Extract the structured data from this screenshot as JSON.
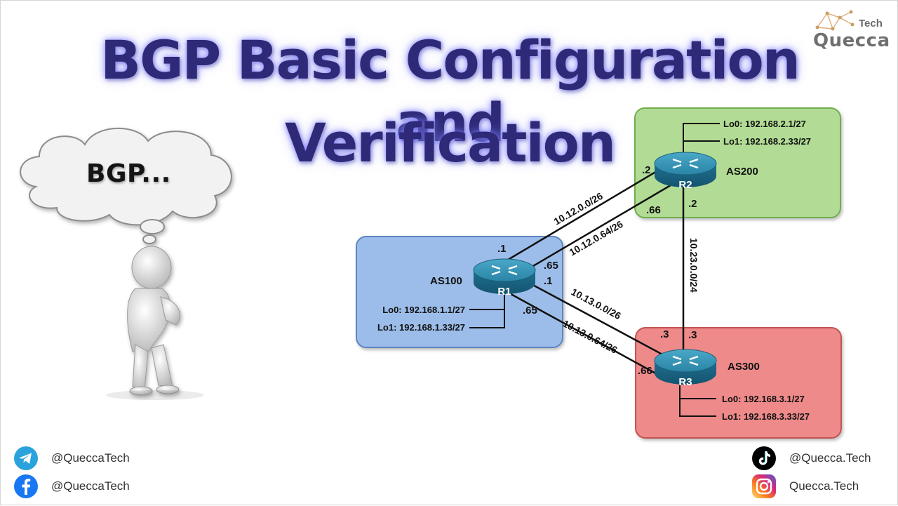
{
  "title": {
    "line1": "BGP Basic Configuration and",
    "line2": "Verification"
  },
  "logo": {
    "small": "Tech",
    "name": "Quecca"
  },
  "thought_bubble": {
    "text": "BGP..."
  },
  "diagram": {
    "zones": [
      {
        "id": "as100",
        "label": "AS100",
        "fill": "#8fb4e6",
        "stroke": "#5b85c0"
      },
      {
        "id": "as200",
        "label": "AS200",
        "fill": "#a8d88a",
        "stroke": "#6fae4e"
      },
      {
        "id": "as300",
        "label": "AS300",
        "fill": "#ec8080",
        "stroke": "#c25252"
      }
    ],
    "routers": [
      {
        "id": "r1",
        "label": "R1"
      },
      {
        "id": "r2",
        "label": "R2"
      },
      {
        "id": "r3",
        "label": "R3"
      }
    ],
    "links": [
      {
        "id": "r1-r2-a",
        "subnet": "10.12.0.0/26",
        "end_a": ".1",
        "end_b": ".2"
      },
      {
        "id": "r1-r2-b",
        "subnet": "10.12.0.64/26",
        "end_a": ".65",
        "end_b": ".66"
      },
      {
        "id": "r1-r3-a",
        "subnet": "10.13.0.0/26",
        "end_a": ".1",
        "end_b": ".3"
      },
      {
        "id": "r1-r3-b",
        "subnet": "10.13.0.64/26",
        "end_a": ".65",
        "end_b": ".66"
      },
      {
        "id": "r2-r3",
        "subnet": "10.23.0.0/24",
        "end_a": ".2",
        "end_b": ".3"
      }
    ],
    "loopbacks": {
      "r1": [
        "Lo0: 192.168.1.1/27",
        "Lo1: 192.168.1.33/27"
      ],
      "r2": [
        "Lo0: 192.168.2.1/27",
        "Lo1: 192.168.2.33/27"
      ],
      "r3": [
        "Lo0: 192.168.3.1/27",
        "Lo1: 192.168.3.33/27"
      ]
    },
    "router_color": "#2f8fb0"
  },
  "socials": [
    {
      "id": "telegram",
      "icon": "telegram-icon",
      "handle": "@QueccaTech",
      "color": "#2aa3dc"
    },
    {
      "id": "facebook",
      "icon": "facebook-icon",
      "handle": "@QueccaTech",
      "color": "#1877f2"
    },
    {
      "id": "tiktok",
      "icon": "tiktok-icon",
      "handle": "@Quecca.Tech",
      "color": "#000000"
    },
    {
      "id": "instagram",
      "icon": "instagram-icon",
      "handle": "Quecca.Tech",
      "color": "#d6287b"
    }
  ]
}
